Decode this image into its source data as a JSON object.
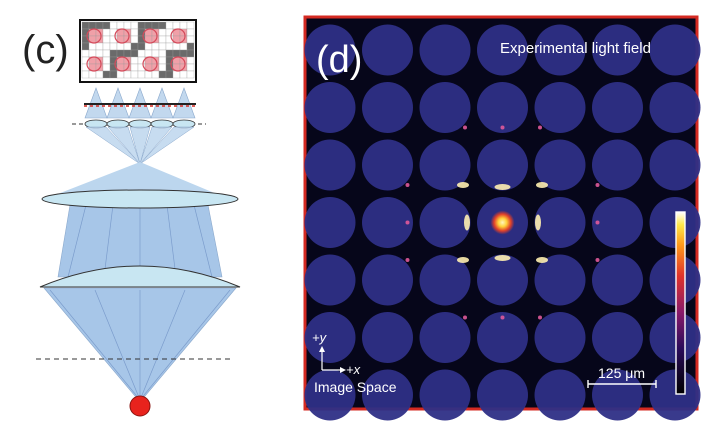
{
  "panel_c": {
    "label": "(c)"
  },
  "panel_d": {
    "label": "(d)",
    "title": "Experimental light field",
    "axis_y_label": "+y",
    "axis_x_label": "+x",
    "space_label": "Image Space",
    "scale_bar_label": "125 μm"
  },
  "colors": {
    "frame_red": "#d42a22",
    "field_bg": "#06061a",
    "disk": "#2e2f86",
    "lens_fill": "#c8e6f2",
    "beam_fill": "#8fb8e0",
    "dot_red": "#e8231d",
    "grid_dark": "#6a6a6a",
    "grid_pink": "#f0a0a8"
  }
}
